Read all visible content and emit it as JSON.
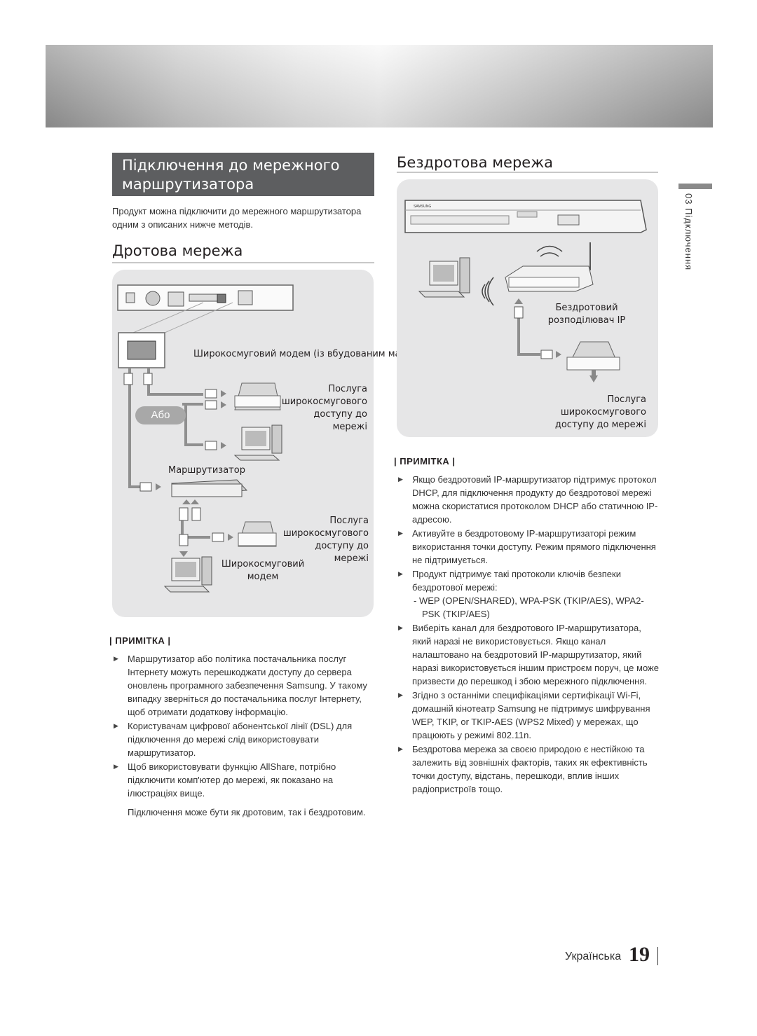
{
  "section_title": "Підключення до мережного маршрутизатора",
  "intro": "Продукт можна підключити до мережного маршрутизатора одним з описаних нижче методів.",
  "wired": {
    "heading": "Дротова мережа",
    "modem_label": "Широкосмуговий модем (із вбудованим маршрутизатором)",
    "service_label_1": "Послуга широкосмугового доступу до мережі",
    "or_label": "Або",
    "router_label": "Маршрутизатор",
    "service_label_2": "Послуга широкосмугового доступу до мережі",
    "modem_label_2": "Широкосмуговий модем"
  },
  "wireless": {
    "heading": "Бездротова мережа",
    "device_brand": "SAMSUNG",
    "router_label": "Бездротовий розподілювач IP",
    "service_label": "Послуга широкосмугового доступу до мережі"
  },
  "note_left": {
    "heading": "| ПРИМІТКА |",
    "items": [
      "Маршрутизатор або політика постачальника послуг Інтернету можуть перешкоджати доступу до сервера оновлень програмного забезпечення Samsung. У такому випадку зверніться до постачальника послуг Інтернету, щоб отримати додаткову інформацію.",
      "Користувачам цифрової абонентської лінії (DSL) для підключення до мережі слід використовувати маршрутизатор.",
      "Щоб використовувати функцію AllShare, потрібно підключити комп'ютер до мережі, як показано на ілюстраціях вище."
    ],
    "extra": "Підключення може бути як дротовим, так і бездротовим."
  },
  "note_right": {
    "heading": "| ПРИМІТКА |",
    "items": [
      "Якщо бездротовий IP-маршрутизатор підтримує протокол DHCP, для підключення продукту до бездротової мережі можна скористатися протоколом DHCP або статичною IP-адресою.",
      "Активуйте в бездротовому IP-маршрутизаторі режим використання точки доступу. Режим прямого підключення не підтримується.",
      "Продукт підтримує такі протоколи ключів безпеки бездротової мережі:",
      "Виберіть канал для бездротового IP-маршрутизатора, який наразі не використовується. Якщо канал налаштовано на бездротовий IP-маршрутизатор, який наразі використовується іншим пристроєм поруч, це може призвести до перешкод і збою мережного підключення.",
      "Згідно з останніми специфікаціями сертифікації Wi-Fi, домашній кінотеатр Samsung не підтримує шифрування WEP, TKIP, or TKIP-AES (WPS2 Mixed) у мережах, що працюють у режимі 802.11n.",
      "Бездротова мережа за своєю природою є нестійкою та залежить від зовнішніх факторів, таких як ефективність точки доступу, відстань, перешкоди, вплив інших радіопристроїв тощо."
    ],
    "security_sub": "- WEP (OPEN/SHARED), WPA-PSK (TKIP/AES), WPA2-PSK (TKIP/AES)"
  },
  "side_tab": "03 Підключення",
  "footer": {
    "language": "Українська",
    "page": "19"
  }
}
